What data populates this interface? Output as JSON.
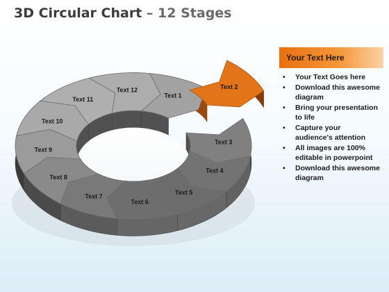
{
  "title": {
    "main": "3D Circular Chart",
    "sep": "–",
    "sub": "12 Stages"
  },
  "segments": [
    {
      "label": "Text 1",
      "highlight": false
    },
    {
      "label": "Text 2",
      "highlight": true
    },
    {
      "label": "Text 3",
      "highlight": false
    },
    {
      "label": "Text 4",
      "highlight": false
    },
    {
      "label": "Text 5",
      "highlight": false
    },
    {
      "label": "Text 6",
      "highlight": false
    },
    {
      "label": "Text 7",
      "highlight": false
    },
    {
      "label": "Text 8",
      "highlight": false
    },
    {
      "label": "Text 9",
      "highlight": false
    },
    {
      "label": "Text 10",
      "highlight": false
    },
    {
      "label": "Text 11",
      "highlight": false
    },
    {
      "label": "Text 12",
      "highlight": false
    }
  ],
  "panel": {
    "header": "Your Text Here",
    "bullet_glyph": "•",
    "items": [
      "Your Text Goes here",
      "Download this awesome diagram",
      "Bring your presentation to life",
      "Capture your audience's attention",
      "All images are 100% editable in powerpoint",
      "Download this awesome diagram"
    ]
  },
  "colors": {
    "accent": "#f07a1a",
    "accent_dark": "#b85510",
    "segment_top": "#9a9a9a",
    "segment_side": "#5f5f5f",
    "header_bg": "#ef7e22"
  }
}
